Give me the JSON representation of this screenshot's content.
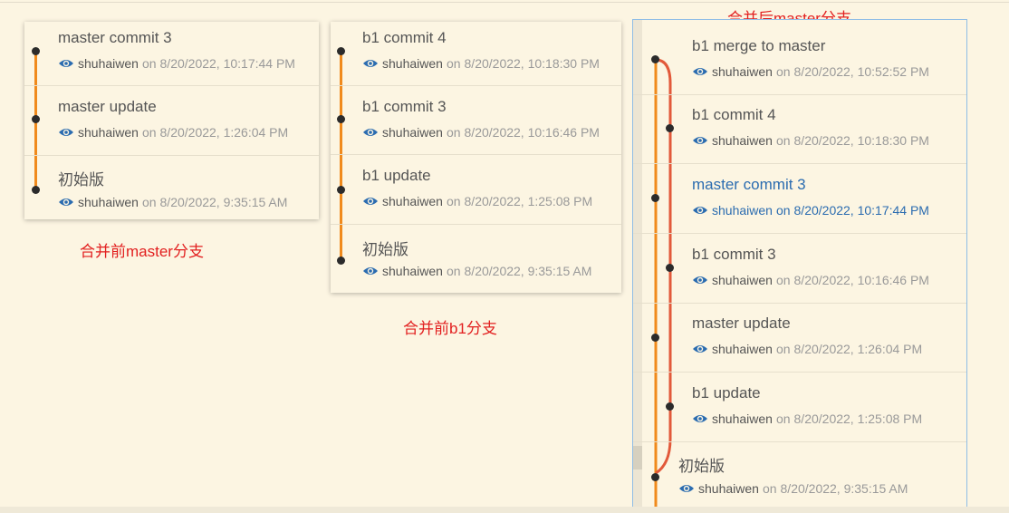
{
  "annotations": {
    "master_before": "合并前master分支",
    "b1_before": "合并前b1分支",
    "after_merge": "合并后master分支"
  },
  "colors": {
    "graph_line_master": "#f08a1c",
    "graph_line_branch": "#e2593a",
    "highlight": "#2b6cb0",
    "annotation": "#e21f1f"
  },
  "panels": [
    {
      "commits": [
        {
          "message": "master commit 3",
          "author": "shuhaiwen",
          "on": "on",
          "date": "8/20/2022, 10:17:44 PM"
        },
        {
          "message": "master update",
          "author": "shuhaiwen",
          "on": "on",
          "date": "8/20/2022, 1:26:04 PM"
        },
        {
          "message": "初始版",
          "author": "shuhaiwen",
          "on": "on",
          "date": "8/20/2022, 9:35:15 AM"
        }
      ]
    },
    {
      "commits": [
        {
          "message": "b1 commit 4",
          "author": "shuhaiwen",
          "on": "on",
          "date": "8/20/2022, 10:18:30 PM"
        },
        {
          "message": "b1 commit 3",
          "author": "shuhaiwen",
          "on": "on",
          "date": "8/20/2022, 10:16:46 PM"
        },
        {
          "message": "b1 update",
          "author": "shuhaiwen",
          "on": "on",
          "date": "8/20/2022, 1:25:08 PM"
        },
        {
          "message": "初始版",
          "author": "shuhaiwen",
          "on": "on",
          "date": "8/20/2022, 9:35:15 AM"
        }
      ]
    },
    {
      "commits": [
        {
          "message": "b1 merge to master",
          "author": "shuhaiwen",
          "on": "on",
          "date": "8/20/2022, 10:52:52 PM"
        },
        {
          "message": "b1 commit 4",
          "author": "shuhaiwen",
          "on": "on",
          "date": "8/20/2022, 10:18:30 PM"
        },
        {
          "message": "master commit 3",
          "author": "shuhaiwen",
          "on": "on",
          "date": "8/20/2022, 10:17:44 PM"
        },
        {
          "message": "b1 commit 3",
          "author": "shuhaiwen",
          "on": "on",
          "date": "8/20/2022, 10:16:46 PM"
        },
        {
          "message": "master update",
          "author": "shuhaiwen",
          "on": "on",
          "date": "8/20/2022, 1:26:04 PM"
        },
        {
          "message": "b1 update",
          "author": "shuhaiwen",
          "on": "on",
          "date": "8/20/2022, 1:25:08 PM"
        },
        {
          "message": "初始版",
          "author": "shuhaiwen",
          "on": "on",
          "date": "8/20/2022, 9:35:15 AM"
        }
      ]
    }
  ]
}
